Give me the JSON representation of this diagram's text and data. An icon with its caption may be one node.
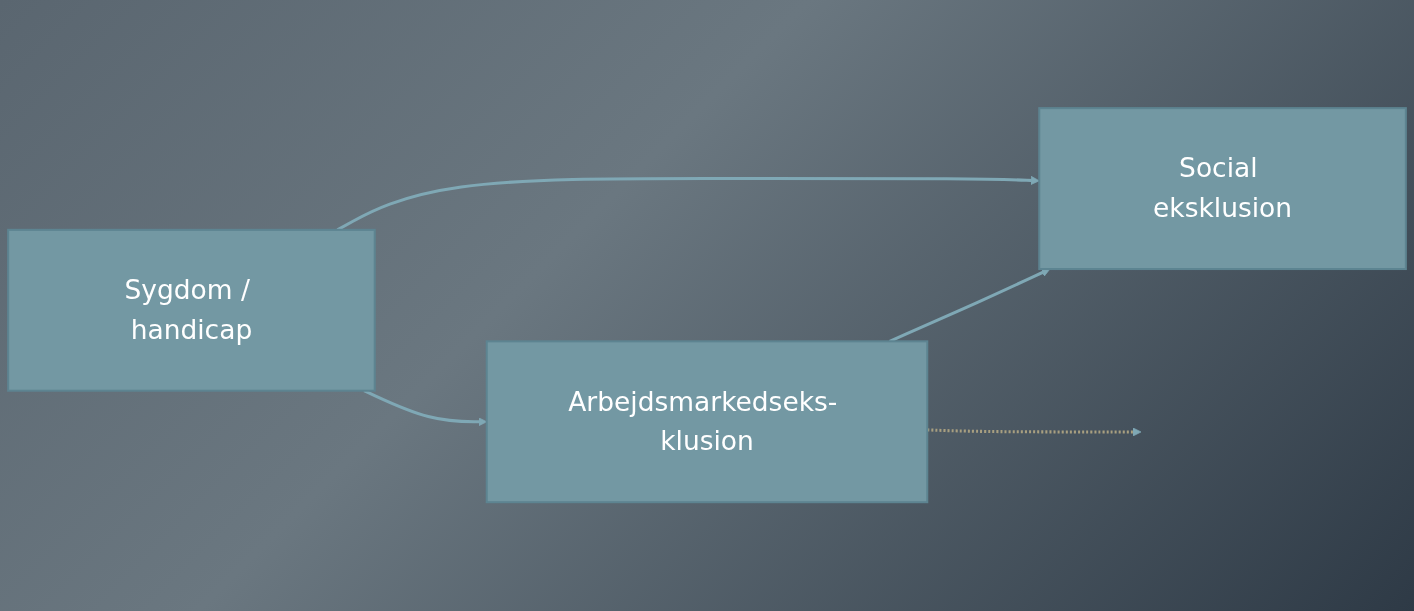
{
  "diagram": {
    "nodes": [
      {
        "text": [
          "Sygdom / handicap"
        ]
      },
      {
        "text": [
          "Social eksklusion"
        ]
      },
      {
        "text": [
          "Arbejdsmarkedseks- klusion"
        ]
      }
    ],
    "edges": [
      {
        "from": 0,
        "to": 1,
        "arrow": "to"
      },
      {
        "from": 0,
        "to": 2,
        "arrow": "to"
      },
      {
        "from": 2,
        "to": 1,
        "arrow": "to"
      },
      {
        "from": 2,
        "to": null,
        "arrow": "to",
        "style": "dashed",
        "color": "#a89f80"
      }
    ]
  }
}
